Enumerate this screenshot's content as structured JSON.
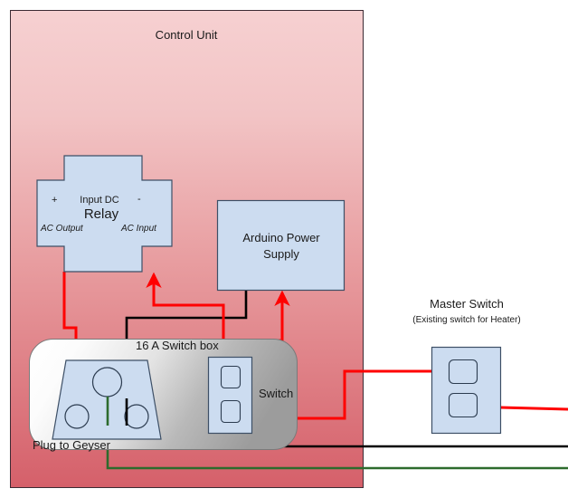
{
  "diagram": {
    "title_text": "Control Unit",
    "colors": {
      "panel_top": "#f5cdce",
      "panel_bottom": "#d5606a",
      "panel_border": "#3c2a33",
      "component_fill": "#ccdcf0",
      "component_stroke": "#3d4f66",
      "enclosure_light": "#fbfbfb",
      "enclosure_dark": "#9e9e9e",
      "wire_live": "#ff0000",
      "wire_neutral": "#000000",
      "wire_earth": "#2d6b2d",
      "text": "#1a1a1a"
    },
    "control_unit": {
      "label": "Control Unit"
    },
    "relay": {
      "name": "Relay",
      "plus_terminal": "+",
      "minus_terminal": "-",
      "dc_label": "Input DC",
      "ac_output_label": "AC Output",
      "ac_input_label": "AC Input"
    },
    "power_supply": {
      "line1": "Arduino Power",
      "line2": "Supply"
    },
    "switch_box": {
      "label": "16 A Switch box",
      "switch_label": "Switch"
    },
    "plug": {
      "label": "Plug to Geyser"
    },
    "master_switch": {
      "title": "Master Switch",
      "subtitle": "(Existing switch for Heater)"
    }
  }
}
